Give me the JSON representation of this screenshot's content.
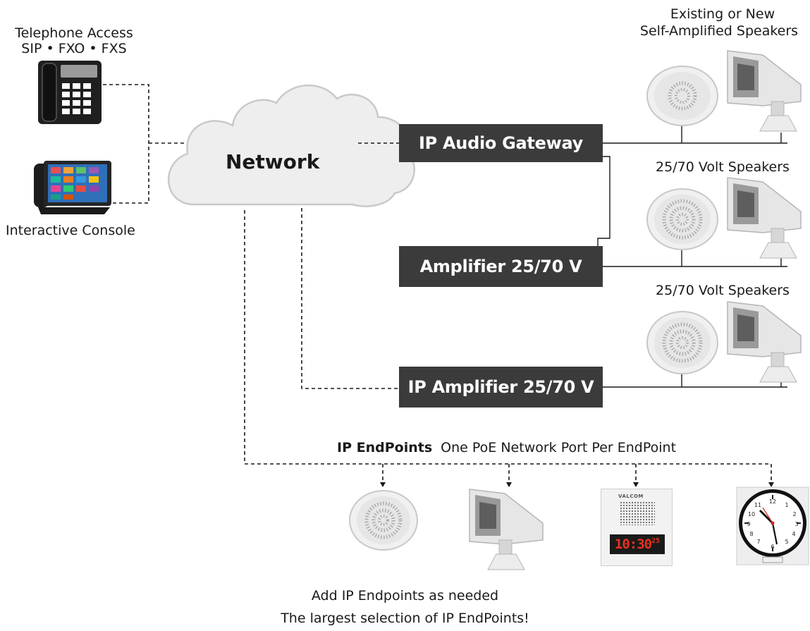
{
  "telephone": {
    "title": "Telephone Access",
    "protocols": "SIP  •  FXO  •  FXS",
    "icon": "desk-phone-icon"
  },
  "console": {
    "label": "Interactive Console",
    "icon": "touchscreen-console-icon"
  },
  "network": {
    "label": "Network"
  },
  "boxes": {
    "gateway": "IP Audio Gateway",
    "amplifier": "Amplifier 25/70 V",
    "ip_amplifier": "IP Amplifier 25/70 V"
  },
  "speaker_groups": {
    "self_amplified_line1": "Existing or New",
    "self_amplified_line2": "Self-Amplified Speakers",
    "volt_1": "25/70 Volt Speakers",
    "volt_2": "25/70 Volt Speakers"
  },
  "endpoints": {
    "heading_bold": "IP EndPoints",
    "heading_rest": "One PoE Network Port Per EndPoint",
    "items": [
      "ceiling-speaker-icon",
      "horn-speaker-icon",
      "intercom-clock-panel-icon",
      "wall-clock-icon"
    ],
    "display_time": "10:30",
    "display_seconds": "25",
    "panel_brand": "VALCOM"
  },
  "footer": {
    "line1": "Add IP Endpoints as needed",
    "line2": "The largest selection of IP EndPoints!"
  },
  "colors": {
    "box_fill": "#3b3b3b",
    "box_text": "#ffffff",
    "cloud_fill": "#eeeeee",
    "cloud_stroke": "#c9c9c9",
    "wire": "#1a1a1a",
    "display_red": "#e8321e"
  }
}
